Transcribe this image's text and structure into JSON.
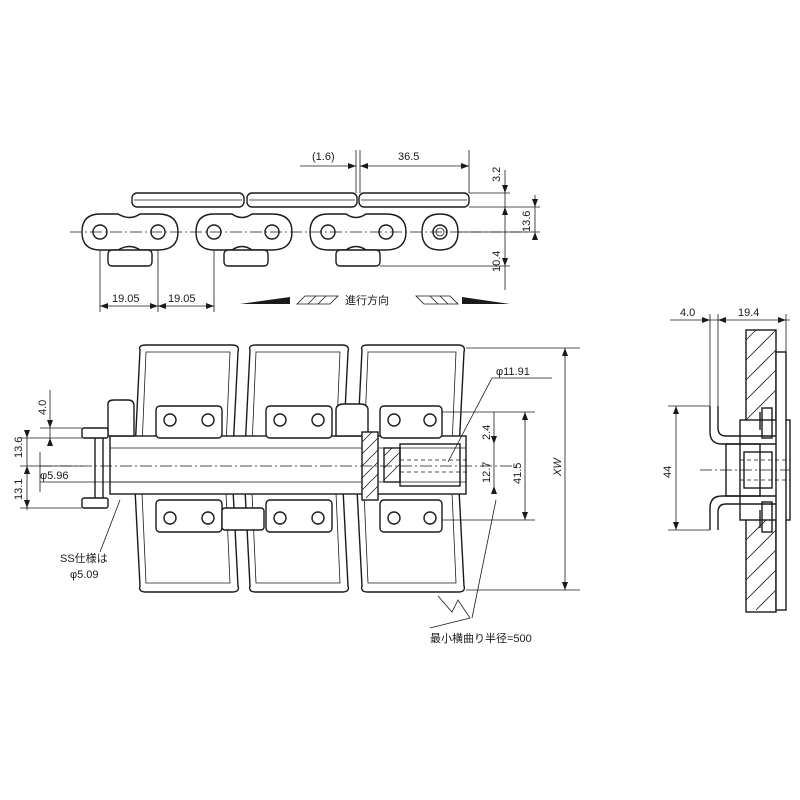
{
  "dimensions": {
    "pitch_left": "19.05",
    "pitch_right": "19.05",
    "gap": "(1.6)",
    "plate_length": "36.5",
    "plate_thickness": "3.2",
    "chain_height": "13.6",
    "below_center": "10.4",
    "top_offset": "4.0",
    "left_height": "13.6",
    "left_lower": "13.1",
    "pin_diameter": "φ5.96",
    "roller_diameter": "φ11.91",
    "inner_width": "12.7",
    "inner_gap": "2.4",
    "link_width": "41.5",
    "plate_width": "XW",
    "side_offset": "4.0",
    "side_thickness": "19.4",
    "side_height": "44"
  },
  "labels": {
    "direction": "進行方向",
    "ss_spec_line1": "SS仕様は",
    "ss_spec_line2": "φ5.09",
    "min_radius": "最小横曲り半径=500"
  }
}
